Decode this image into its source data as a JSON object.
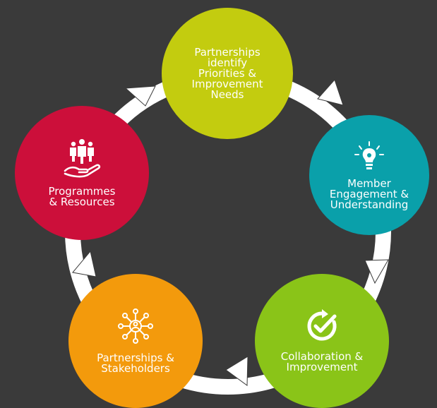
{
  "background": "#3a3a3a",
  "ring_color": "#ffffff",
  "nodes": [
    {
      "id": "priorities",
      "label": "Partnerships\nidentify\nPriorities &\nImprovement\nNeeds",
      "color": "#c3cc0f",
      "icon": ""
    },
    {
      "id": "engagement",
      "label": "Member\nEngagement &\nUnderstanding",
      "color": "#0aa0aa",
      "icon": "lightbulb-head-icon"
    },
    {
      "id": "collaboration",
      "label": "Collaboration &\nImprovement",
      "color": "#8ac418",
      "icon": "refresh-check-icon"
    },
    {
      "id": "stakeholders",
      "label": "Partnerships &\nStakeholders",
      "color": "#f39a0c",
      "icon": "network-people-icon"
    },
    {
      "id": "programmes",
      "label": "Programmes\n& Resources",
      "color": "#cc0f3a",
      "icon": "hand-people-icon"
    }
  ]
}
